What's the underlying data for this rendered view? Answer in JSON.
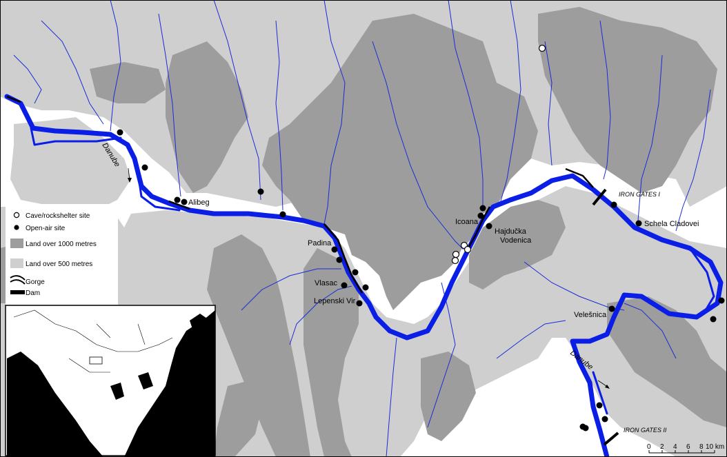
{
  "colors": {
    "land_500": "#cfcfcf",
    "land_1000": "#9d9d9d",
    "river": "#0a1ee6",
    "tributary": "#1a2bd8",
    "background": "#ffffff",
    "dam": "#000000"
  },
  "river_labels": [
    "Danube",
    "Danube"
  ],
  "sites": [
    {
      "name": "Alibeg",
      "type": "open-air"
    },
    {
      "name": "Padina",
      "type": "open-air"
    },
    {
      "name": "Vlasac",
      "type": "open-air"
    },
    {
      "name": "Lepenski Vir",
      "type": "open-air"
    },
    {
      "name": "Icoana",
      "type": "open-air"
    },
    {
      "name": "Hajdučka",
      "type": "open-air"
    },
    {
      "name": "Vodenica",
      "type": "open-air"
    },
    {
      "name": "Schela Cladovei",
      "type": "open-air"
    },
    {
      "name": "Velešnica",
      "type": "open-air"
    }
  ],
  "dams": [
    "IRON GATES I",
    "IRON GATES II"
  ],
  "legend": {
    "items": [
      {
        "label": "Cave/rockshelter site",
        "icon": "open-circle-icon"
      },
      {
        "label": "Open-air site",
        "icon": "filled-circle-icon"
      },
      {
        "label": "Land over 1000 metres",
        "icon": "dark-grey-swatch"
      },
      {
        "label": "Land over 500 metres",
        "icon": "light-grey-swatch"
      },
      {
        "label": "Gorge",
        "icon": "gorge-icon"
      },
      {
        "label": "Dam",
        "icon": "dam-icon"
      }
    ]
  },
  "scale_bar": {
    "ticks": [
      "0",
      "2",
      "4",
      "6",
      "8",
      "10 km"
    ]
  }
}
